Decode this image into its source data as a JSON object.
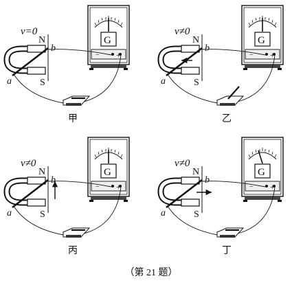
{
  "panels": [
    {
      "id": "jia",
      "caption": "甲",
      "velocity": "v=0",
      "meter": "G",
      "pole_n": "N",
      "pole_s": "S",
      "end_a": "a",
      "end_b": "b",
      "minus": "−",
      "plus": "+",
      "switch_closed": true,
      "needle": 0
    },
    {
      "id": "yi",
      "caption": "乙",
      "velocity": "v≠0",
      "meter": "G",
      "pole_n": "N",
      "pole_s": "S",
      "end_a": "a",
      "end_b": "b",
      "minus": "−",
      "plus": "+",
      "switch_closed": false,
      "needle": 0
    },
    {
      "id": "bing",
      "caption": "丙",
      "velocity": "v≠0",
      "meter": "G",
      "pole_n": "N",
      "pole_s": "S",
      "end_a": "a",
      "end_b": "b",
      "minus": "−",
      "plus": "+",
      "switch_closed": true,
      "needle": 0
    },
    {
      "id": "ding",
      "caption": "丁",
      "velocity": "v≠0",
      "meter": "G",
      "pole_n": "N",
      "pole_s": "S",
      "end_a": "a",
      "end_b": "b",
      "minus": "−",
      "plus": "+",
      "switch_closed": true,
      "needle": -0.5
    }
  ],
  "caption": "（第 21 题）"
}
